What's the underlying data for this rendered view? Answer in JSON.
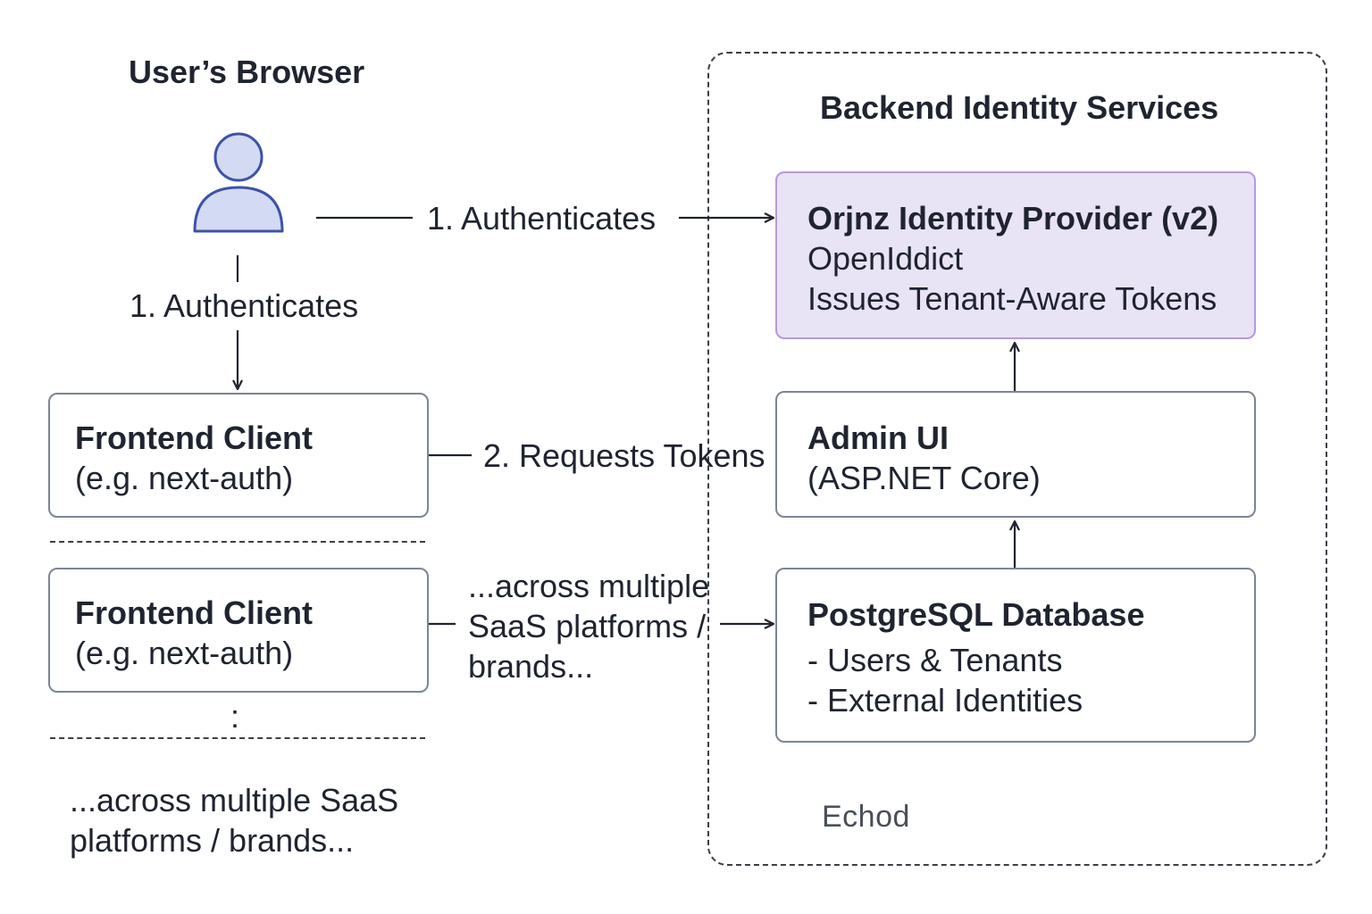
{
  "browser": {
    "heading": "User’s Browser"
  },
  "backend": {
    "heading": "Backend Identity Services",
    "logo_text": "Echod"
  },
  "edges": {
    "authenticates_right": "1. Authenticates",
    "authenticates_down": "1. Authenticates",
    "requests_tokens": "2. Requests Tokens",
    "across_middle": [
      "...across multiple",
      "SaaS platforms /",
      "brands..."
    ]
  },
  "nodes": {
    "idp": {
      "title": "Orjnz Identity Provider (v2)",
      "lines": [
        "OpenIddict",
        "Issues Tenant-Aware Tokens"
      ]
    },
    "admin": {
      "title": "Admin UI",
      "lines": [
        "(ASP.NET Core)"
      ]
    },
    "db": {
      "title": "PostgreSQL Database",
      "lines": [
        "- Users & Tenants",
        "- External Identities"
      ]
    },
    "client1": {
      "title": "Frontend Client",
      "lines": [
        "(e.g. next-auth)"
      ]
    },
    "client2": {
      "title": "Frontend Client",
      "lines": [
        "(e.g. next-auth)"
      ]
    }
  },
  "footer_note": [
    "...across multiple SaaS",
    "platforms / brands..."
  ],
  "ellipsis_mark": ":",
  "colors": {
    "user_icon_fill": "#d3daf3",
    "user_icon_stroke": "#3d52a8",
    "idp_fill": "#e9e3f6",
    "idp_border": "#b79ad8",
    "box_border": "#7c8593"
  }
}
